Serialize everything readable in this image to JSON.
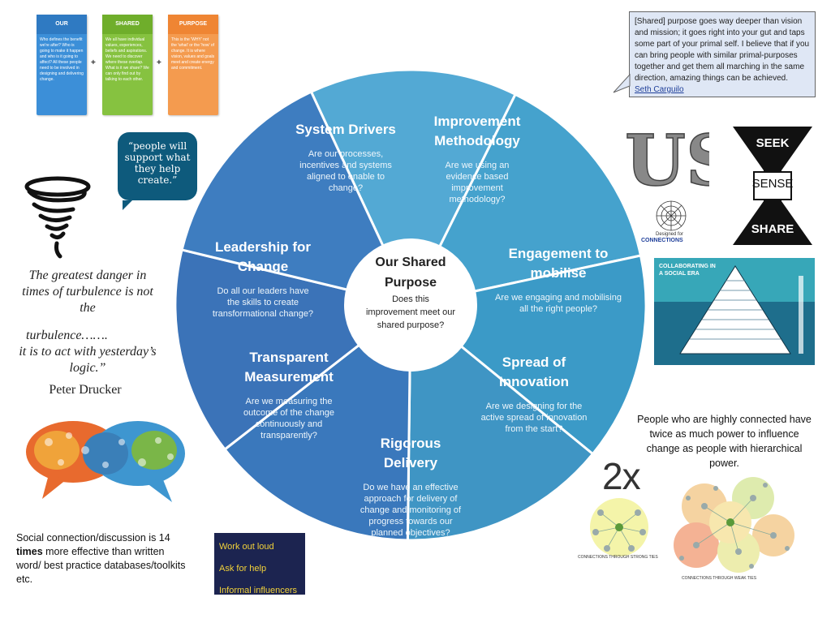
{
  "cards": [
    {
      "head": "OUR",
      "color": "#3c8fd8",
      "body": "Who defines the benefit we're after? Who is going to make it happen and who is it going to affect? All these people need to be involved in designing and delivering change."
    },
    {
      "head": "SHARED",
      "color": "#86c240",
      "body": "We all have individual values, experiences, beliefs and aspirations. We need to discover where these overlap. What is it we share? We can only find out by talking to each other."
    },
    {
      "head": "PURPOSE",
      "color": "#f49b4f",
      "body": "This is the 'WHY' not the 'what' or the 'how' of change. It is where vision, values and goals meet and create energy and commitment."
    }
  ],
  "plus_sign": "+",
  "bubble_text": "“people will support what they help create.”",
  "druckerquote": {
    "line1": "The greatest danger in times of turbulence is not the",
    "line2": "turbulence…….",
    "line3": "it is to act with yesterday’s logic.”",
    "author": "Peter Drucker"
  },
  "social_text": {
    "part1": "Social connection/discussion is 14 ",
    "bold": "times",
    "part2": " more effective than written word/ best practice databases/toolkits etc."
  },
  "darkbox": [
    "Work out loud",
    "Ask for help",
    "Informal influencers"
  ],
  "top_quote": {
    "text": "[Shared] purpose goes way deeper than vision and mission; it goes right into your gut and taps some part of your primal self. I believe that if you can bring people with similar primal-purposes together and get them all marching in the same direction, amazing things can be achieved.",
    "author": "Seth Carguilo"
  },
  "us_label": "US",
  "designed_for": "Designed for",
  "connections_label": "CONNECTIONS",
  "seek_sense_share": [
    "SEEK",
    "SENSE",
    "SHARE"
  ],
  "collab_title": "COLLABORATING IN A SOCIAL ERA",
  "people_connected": "People who are highly connected have twice as much power to influence change as people with hierarchical power.",
  "two_x": "2x",
  "strong_ties": "CONNECTIONS THROUGH STRONG TIES",
  "weak_ties": "CONNECTIONS THROUGH WEAK TIES",
  "wheel": {
    "center_title": "Our Shared Purpose",
    "center_body": "Does this improvement meet our shared purpose?",
    "segments": [
      {
        "title": "System Drivers",
        "body": "Are our processes, incentives and systems aligned to enable to change?",
        "color": "#53a9d4"
      },
      {
        "title": "Improvement Methodology",
        "body": "Are we using an evidence based improvement methodology?",
        "color": "#45a2cd"
      },
      {
        "title": "Engagement to mobilise",
        "body": "Are we engaging and mobilising all the right people?",
        "color": "#3b9ac7"
      },
      {
        "title": "Spread of Innovation",
        "body": "Are we designing for the active spread of innovation from the start?",
        "color": "#3f95c4"
      },
      {
        "title": "Rigorous Delivery",
        "body": "Do we have an effective approach for delivery of change and monitoring of progress towards our planned objectives?",
        "color": "#3a78bc"
      },
      {
        "title": "Transparent Measurement",
        "body": "Are we measuring the outcome of the change continuously and transparently?",
        "color": "#3b73b8"
      },
      {
        "title": "Leadership for Change",
        "body": "Do all our leaders have the skills to create transformational change?",
        "color": "#3e7dc0"
      }
    ]
  }
}
